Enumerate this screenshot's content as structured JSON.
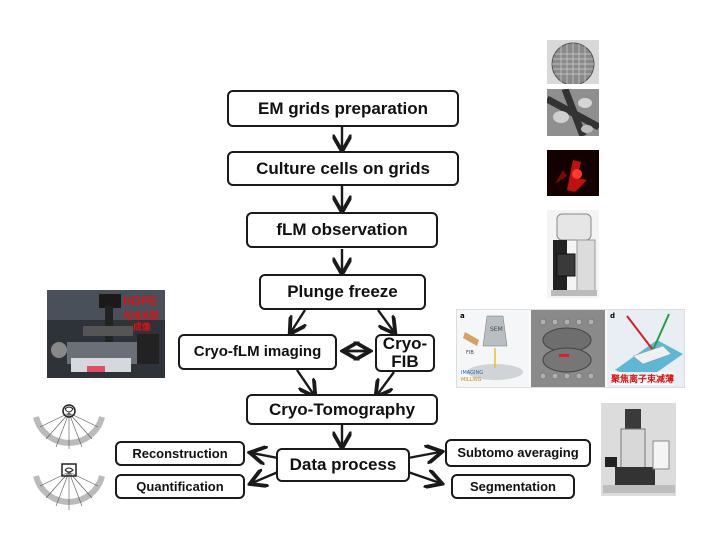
{
  "boxes": {
    "em_grids": "EM grids preparation",
    "culture": "Culture cells on grids",
    "flm": "fLM observation",
    "plunge": "Plunge freeze",
    "cryo_flm": "Cryo-fLM imaging",
    "cryo_fib_line1": "Cryo-",
    "cryo_fib_line2": "FIB",
    "tomography": "Cryo-Tomography",
    "data_process": "Data process",
    "reconstruction": "Reconstruction",
    "quantification": "Quantification",
    "subtomo": "Subtomo averaging",
    "segmentation": "Segmentation"
  },
  "hope_photo": {
    "title": "HOPE",
    "subtitle_line1": "光电关联",
    "subtitle_line2": "成像"
  },
  "fib_figure": {
    "panel_a": "a",
    "panel_d": "d",
    "sem_label": "SEM",
    "fib_label": "FIB",
    "caption": "聚焦离子束减薄",
    "imaging": "IMAGING",
    "milling": "MILLING"
  },
  "colors": {
    "text": "#111111",
    "border": "#1a1a1a",
    "arrow": "#1a1a1a",
    "accent_red": "#e01010"
  }
}
